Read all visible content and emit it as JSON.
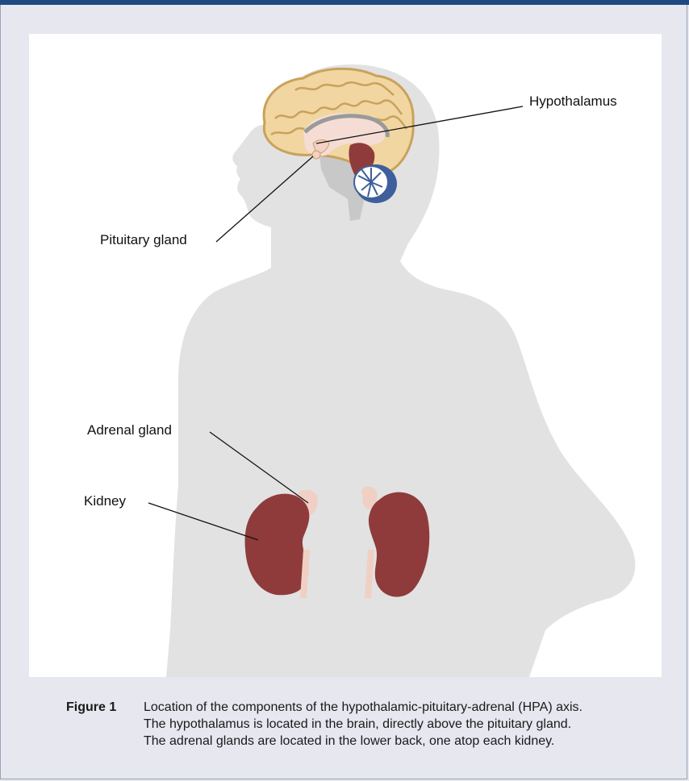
{
  "figure": {
    "labels": {
      "hypothalamus": "Hypothalamus",
      "pituitary": "Pituitary gland",
      "adrenal": "Adrenal gland",
      "kidney": "Kidney"
    },
    "colors": {
      "background": "#e6e7ef",
      "panel": "#ffffff",
      "silhouette": "#e2e2e2",
      "brain": "#f1d6a1",
      "brain_outline": "#c9a25b",
      "kidney": "#8f3b3b",
      "adrenal": "#f0d0c4",
      "cerebellum": "#3f5f9c",
      "accent_bar": "#1e4a82"
    }
  },
  "caption": {
    "label": "Figure 1",
    "line1": "Location of the components of the hypothalamic-pituitary-adrenal (HPA) axis.",
    "line2": "The hypothalamus is located in the brain, directly above the pituitary gland.",
    "line3": "The adrenal glands are located in the lower back, one atop each kidney."
  }
}
